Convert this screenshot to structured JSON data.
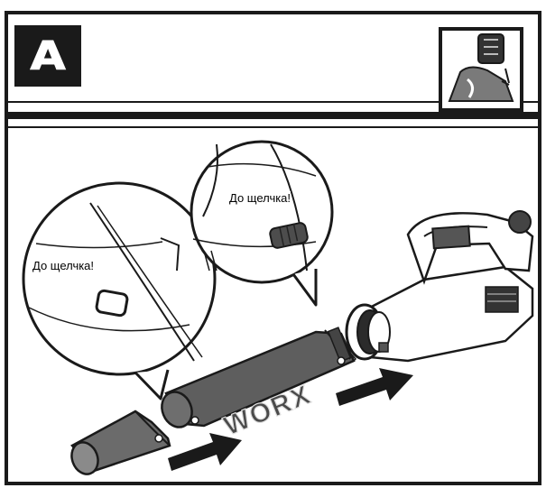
{
  "header": {
    "step_letter": "A",
    "thumbnail_icon": "blower-handle-thumbnail-icon"
  },
  "callouts": {
    "left_text": "До щелчка!",
    "right_text": "До щелчка!"
  },
  "parts": {
    "tube_brand": "WORX"
  },
  "colors": {
    "ink": "#1a1a1a",
    "paper": "#ffffff",
    "tube_fill": "#6b6b6b"
  },
  "arrows": [
    {
      "icon": "push-arrow-icon"
    },
    {
      "icon": "push-arrow-icon"
    }
  ]
}
